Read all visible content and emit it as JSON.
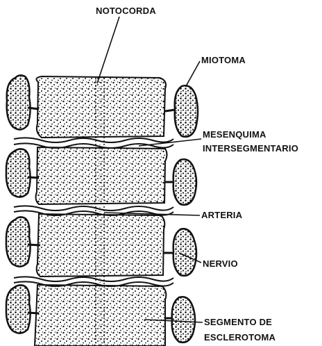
{
  "labels": {
    "notocorda": "NOTOCORDA",
    "miotoma": "MIOTOMA",
    "mesenquima_1": "MESENQUIMA",
    "mesenquima_2": "INTERSEGMENTARIO",
    "arteria": "ARTERIA",
    "nervio": "NERVIO",
    "segmento_1": "SEGMENTO DE",
    "segmento_2": "ESCLEROTOMA"
  },
  "colors": {
    "ink": "#111111",
    "background": "#ffffff"
  }
}
